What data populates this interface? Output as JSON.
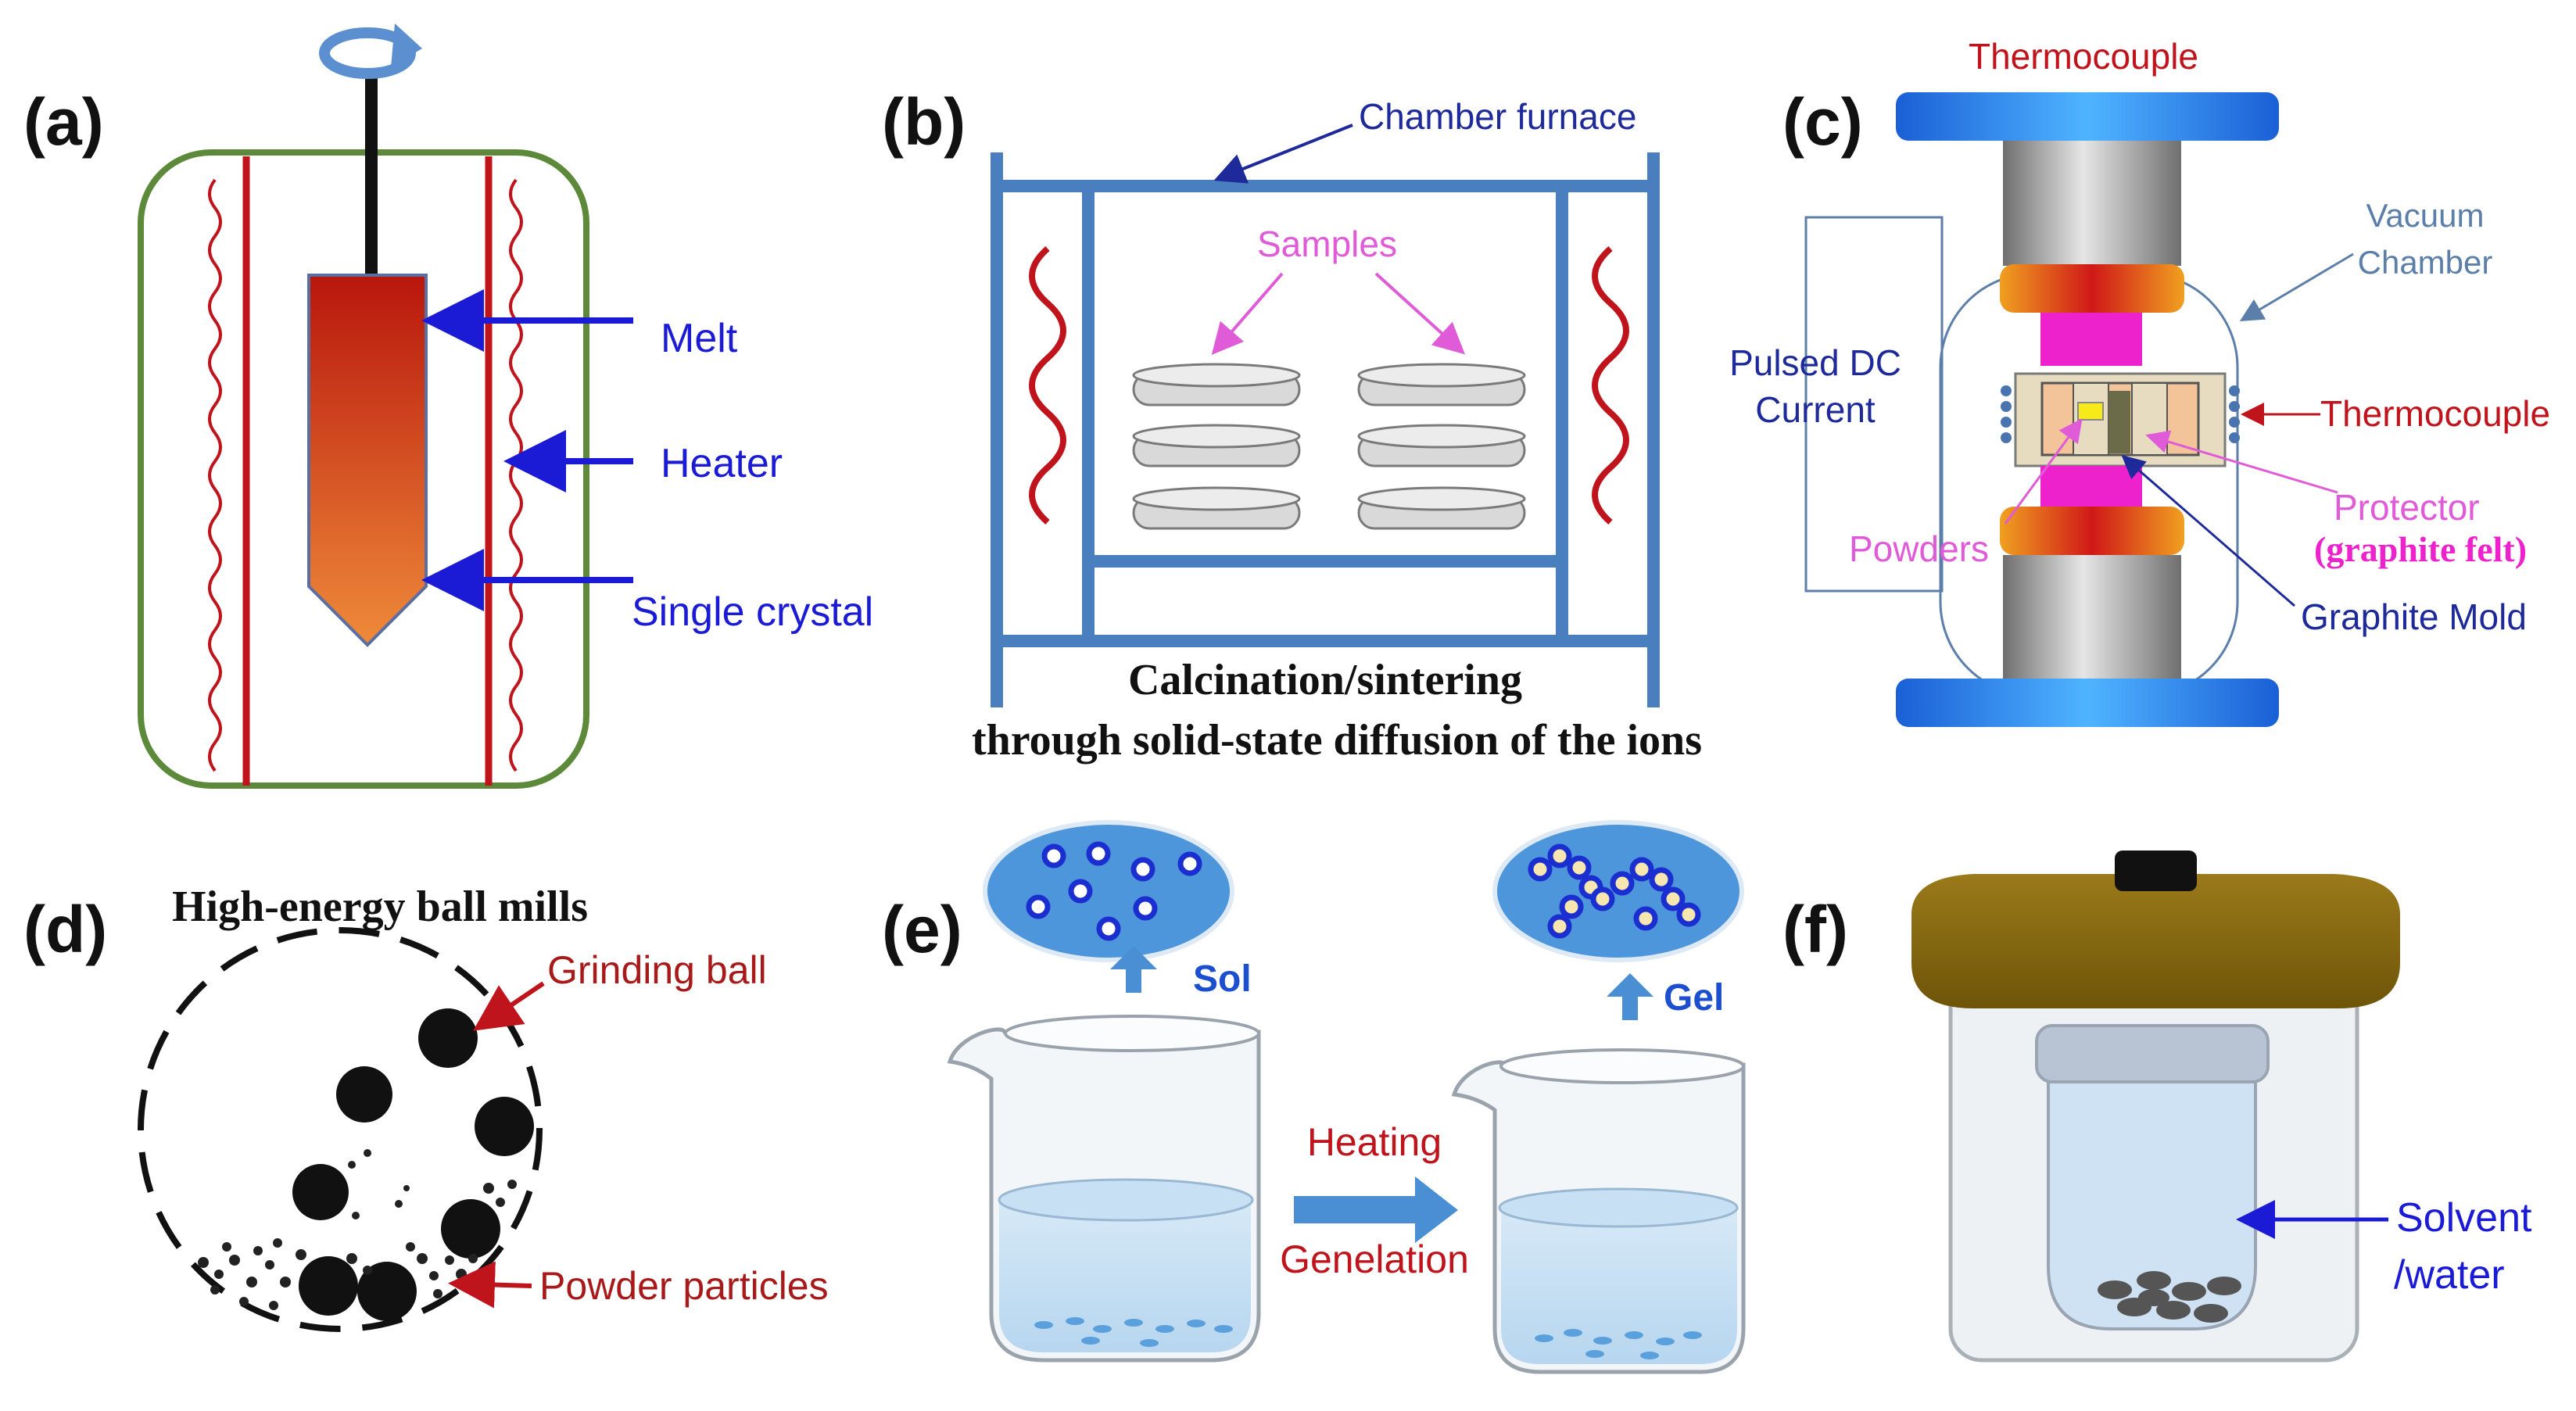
{
  "panels": {
    "a": {
      "label": "(a)",
      "melt": "Melt",
      "heater": "Heater",
      "single_crystal": "Single crystal"
    },
    "b": {
      "label": "(b)",
      "chamber_furnace": "Chamber furnace",
      "samples": "Samples",
      "caption_line1": "Calcination/sintering",
      "caption_line2": "through solid-state diffusion of the ions"
    },
    "c": {
      "label": "(c)",
      "thermocouple_top": "Thermocouple",
      "vacuum_line1": "Vacuum",
      "vacuum_line2": "Chamber",
      "pulsed_line1": "Pulsed DC",
      "pulsed_line2": "Current",
      "thermocouple_side": "Thermocouple",
      "protector": "Protector",
      "graphite_felt": "(graphite felt)",
      "powders": "Powders",
      "graphite_mold": "Graphite Mold"
    },
    "d": {
      "label": "(d)",
      "title": "High-energy ball mills",
      "grinding_ball": "Grinding ball",
      "powder_particles": "Powder particles"
    },
    "e": {
      "label": "(e)",
      "sol": "Sol",
      "gel": "Gel",
      "heating": "Heating",
      "genelation": "Genelation"
    },
    "f": {
      "label": "(f)",
      "solvent_line1": "Solvent",
      "solvent_line2": "/water"
    }
  },
  "colors": {
    "arrow_blue": "#1b1bd6",
    "frame_blue": "#4a7fbf",
    "heater_red": "#c0141c",
    "pink": "#e05bd8",
    "outline_green": "#5c8a3a",
    "lid_brown": "#8a6a10"
  }
}
